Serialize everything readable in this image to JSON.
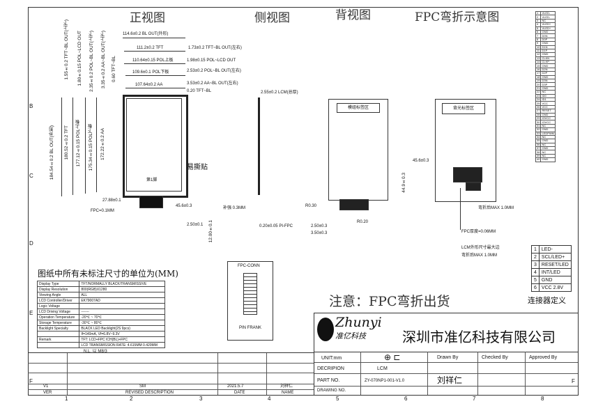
{
  "views": {
    "front": "正视图",
    "side": "侧视图",
    "back": "背视图",
    "fpc_fold": "FPC弯折示意图"
  },
  "front_dims_vertical": [
    "1.55±0.2 TFT~BL OUT(上下)",
    "1.80±0.15 POL~LCD OUT",
    "2.35±0.2 POL~BL OUT(上下)",
    "3.35±0.2 AA~BL OUT(上下)",
    "0.60 TFT~BL"
  ],
  "front_dims_horizontal": [
    "114.6±0.2 BL OUT(外形)",
    "111.2±0.2 TFT",
    "110.64±0.15 POL上板",
    "109.6±0.1 POL下板",
    "107.64±0.2 AA"
  ],
  "front_dims_right": [
    "1.73±0.2 TFT~BL OUT(左右)",
    "1.98±0.15 POL~LCD OUT",
    "2.53±0.2 POL~BL OUT(左右)",
    "3.53±0.2 AA~BL OUT(左右)",
    "0.20 TFT~BL"
  ],
  "front_dims_left_vertical": [
    "184.54±0.2 BL OUT(外形)",
    "180.52±0.2 TFT",
    "177.12±0.15 POL上板",
    "175.34±0.15 POL下板",
    "172.22±0.2 AA"
  ],
  "front_notes": {
    "easy_tear": "易撕贴",
    "pin1": "第1脚",
    "pitch": "27.88±0.1",
    "fpc_dim": "45.6±0.3",
    "stiffener": "补强 0.3MM",
    "fpc_thick": "FPC=0.1MM",
    "lead_dim": "2.50±0.1",
    "lead_len": "12.00±0.1",
    "total_thick": "2.55±0.2 LCM(总厚)",
    "side_dim": "0.20±0.05 PI-FPC"
  },
  "back_notes": {
    "label1": "模组标签区",
    "label2": "背光标签区",
    "dim1": "45.6±0.3",
    "dim2": "44.9±0.3",
    "fpc_r": "R0.20",
    "fpc_w": "2.50±0.3",
    "fpc_h": "3.50±0.3",
    "fpc_thick": "FPC厚度=0.06MM",
    "bend_max": "弯折后MAX 1.0MM",
    "lcm_note1": "LCM外形尺寸最大边",
    "lcm_note2": "弯折后MAX 1.0MM",
    "r_dim": "R0.30"
  },
  "unit_note": "图纸中所有未标注尺寸的单位为(MM)",
  "spec_rows": [
    [
      "Display Type",
      "TFT/NORMALLY BLACK/TRANSMISSIVE"
    ],
    [
      "Display Resolution",
      "800(RGB)X1280"
    ],
    [
      "Viewing Angle",
      "ALL"
    ],
    [
      "LCD Controller/Driver",
      "EK79007AD"
    ],
    [
      "Logic Voltage",
      ""
    ],
    [
      "LCD Driving Voltage",
      "-------"
    ],
    [
      "Operation Temperature",
      "-20℃ ~ 70℃"
    ],
    [
      "Storage Temperature",
      "-30℃ ~ 80℃"
    ],
    [
      "Backlight Specialty",
      "BLACK LED Backlight(2S 9pcs)"
    ],
    [
      "",
      "If=140mA, Vf=6.8V~9.3V"
    ],
    [
      "Remark",
      "TFT: LCD+FPC ICH(BL)+FPC"
    ],
    [
      "",
      "LCD TRANSMISSION RATE: 4.615MM  0.420MM"
    ]
  ],
  "spec_bottom": "N.L.  以 M8/3",
  "connector_title": "FPC-CONN",
  "connector_caption": "PIN FRANK",
  "notice": "注意：FPC弯折出货",
  "pin_table": [
    [
      "1",
      "LED-"
    ],
    [
      "2",
      "SCL/LED+"
    ],
    [
      "3",
      "RESET/LED"
    ],
    [
      "4",
      "INT/LED"
    ],
    [
      "5",
      "GND"
    ],
    [
      "6",
      "VCC 2.8V"
    ]
  ],
  "pin_caption": "连接器定义",
  "company": {
    "logo_top": "Zhunyi",
    "logo_bottom": "准亿科技",
    "name": "深圳市准亿科技有限公司"
  },
  "titleblock": {
    "unit_label": "UNIT:",
    "unit_value": "mm",
    "drawn_by": "Drawn By",
    "checked_by": "Checked By",
    "approved_by": "Approved By",
    "description_label": "DECRIPION",
    "description_value": "LCM",
    "part_no_label": "PART NO.",
    "part_no_value": "ZY-070NP1-001-V1.0",
    "drawing_label": "DRAWING NO.",
    "drawer": "刘祥仁"
  },
  "revision": {
    "ver_label": "VER",
    "ver_value": "V1",
    "desc_label": "REVISED DESCRIPTION",
    "desc_value": "SM",
    "date_label": "DATE",
    "date_value": "2021.5.7",
    "name_label": "NAME",
    "name_value": "刘祥仁"
  },
  "grid": {
    "cols": [
      "1",
      "2",
      "3",
      "4",
      "5",
      "6",
      "7",
      "8"
    ],
    "rows": [
      "B",
      "C",
      "D",
      "E",
      "F"
    ]
  },
  "big_pin_table": [
    [
      "1",
      "VLED-"
    ],
    [
      "2",
      "VLED-"
    ],
    [
      "3",
      "NC"
    ],
    [
      "4",
      "VLED+"
    ],
    [
      "5",
      "VLED+"
    ],
    [
      "6",
      "GND"
    ],
    [
      "7",
      "D0N"
    ],
    [
      "8",
      "D0P"
    ],
    [
      "9",
      "GND"
    ],
    [
      "10",
      "D1N"
    ],
    [
      "11",
      "D1P"
    ],
    [
      "12",
      "GND"
    ],
    [
      "13",
      "CLKN"
    ],
    [
      "14",
      "CLKP"
    ],
    [
      "15",
      "GND"
    ],
    [
      "16",
      "D2N"
    ],
    [
      "17",
      "D2P"
    ],
    [
      "18",
      "GND"
    ],
    [
      "19",
      "D3N"
    ],
    [
      "20",
      "D3P"
    ],
    [
      "21",
      "GND"
    ],
    [
      "22",
      "NC"
    ],
    [
      "23",
      "ID0"
    ],
    [
      "24",
      "ID1"
    ],
    [
      "25",
      "VCC"
    ],
    [
      "26",
      "VCC"
    ],
    [
      "27",
      "RESET"
    ],
    [
      "28",
      "GND"
    ],
    [
      "29",
      "IOVCC"
    ],
    [
      "30",
      "IOVCC"
    ],
    [
      "31",
      "NC"
    ],
    [
      "32",
      "GND"
    ],
    [
      "33",
      "LEDPWM"
    ],
    [
      "34",
      "NC"
    ],
    [
      "35",
      "GND"
    ],
    [
      "36",
      "NC"
    ],
    [
      "37",
      "GND"
    ],
    [
      "38",
      "NC"
    ],
    [
      "39",
      "NC"
    ],
    [
      "40",
      "GND"
    ]
  ]
}
